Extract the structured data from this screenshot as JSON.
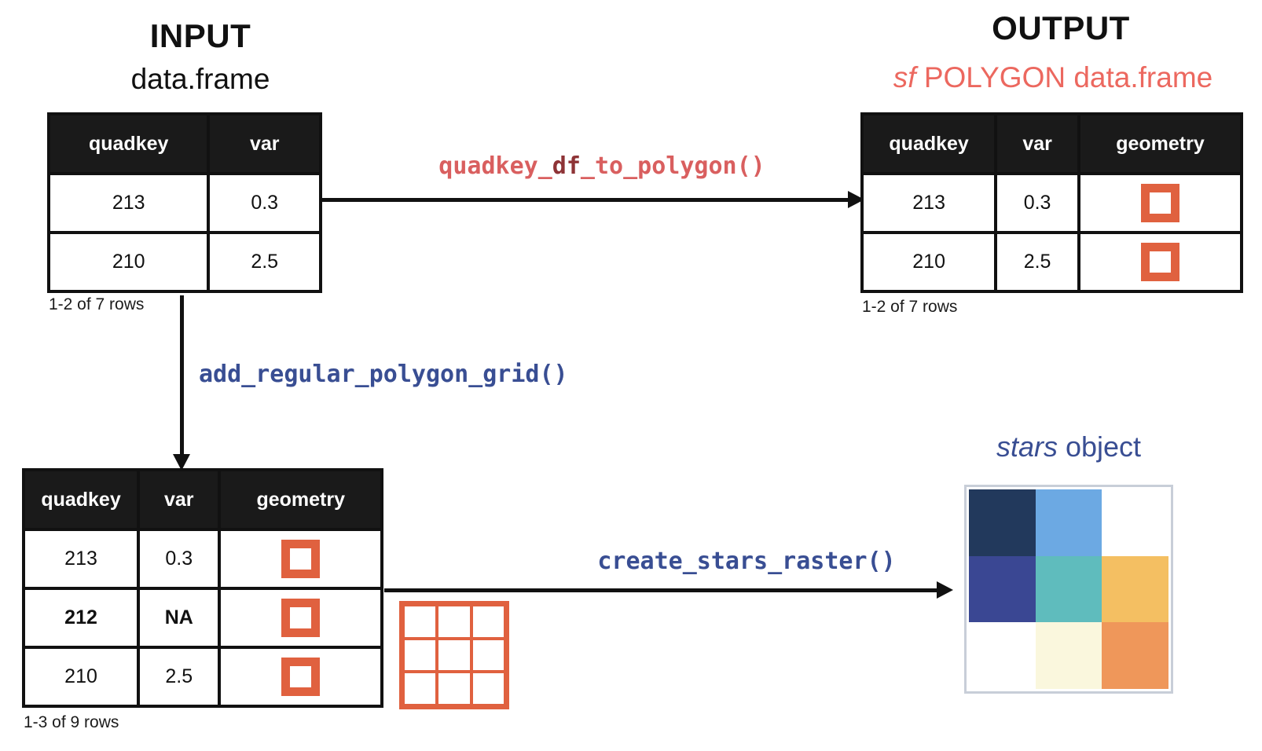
{
  "input": {
    "title": "INPUT",
    "subtitle": "data.frame"
  },
  "output": {
    "title": "OUTPUT",
    "subtitle_italic": "sf",
    "subtitle_rest": " POLYGON data.frame"
  },
  "functions": {
    "to_polygon": {
      "part1": "quadkey_",
      "part2": "df",
      "part3": "_to_polygon()"
    },
    "add_grid": "add_regular_polygon_grid()",
    "create_raster": "create_stars_raster()"
  },
  "tables": {
    "input": {
      "headers": [
        "quadkey",
        "var"
      ],
      "rows": [
        [
          "213",
          "0.3"
        ],
        [
          "210",
          "2.5"
        ]
      ],
      "caption": "1-2 of 7 rows"
    },
    "output": {
      "headers": [
        "quadkey",
        "var",
        "geometry"
      ],
      "rows": [
        [
          "213",
          "0.3",
          "polygon-icon"
        ],
        [
          "210",
          "2.5",
          "polygon-icon"
        ]
      ],
      "caption": "1-2 of 7 rows"
    },
    "grid": {
      "headers": [
        "quadkey",
        "var",
        "geometry"
      ],
      "rows": [
        [
          "213",
          "0.3",
          "polygon-icon"
        ],
        [
          "212",
          "NA",
          "polygon-icon"
        ],
        [
          "210",
          "2.5",
          "polygon-icon"
        ]
      ],
      "bold_rows": [
        1
      ],
      "caption": "1-3 of 9 rows"
    }
  },
  "stars": {
    "title_italic": "stars",
    "title_rest": " object",
    "grid": [
      [
        "#22395C",
        "#6CA9E3",
        "#FFFFFF"
      ],
      [
        "#3A4793",
        "#5FBCBD",
        "#F4BF62"
      ],
      [
        "#FFFFFF",
        "#FAF7DD",
        "#EF975A"
      ]
    ]
  },
  "colors": {
    "polygon_icon_orange": "#E0613F",
    "code_red": "#D95F5F",
    "code_red_dark": "#8E3336",
    "title_red": "#EC685F",
    "code_blue": "#394E93",
    "table_header_bg": "#1A1A1A"
  }
}
